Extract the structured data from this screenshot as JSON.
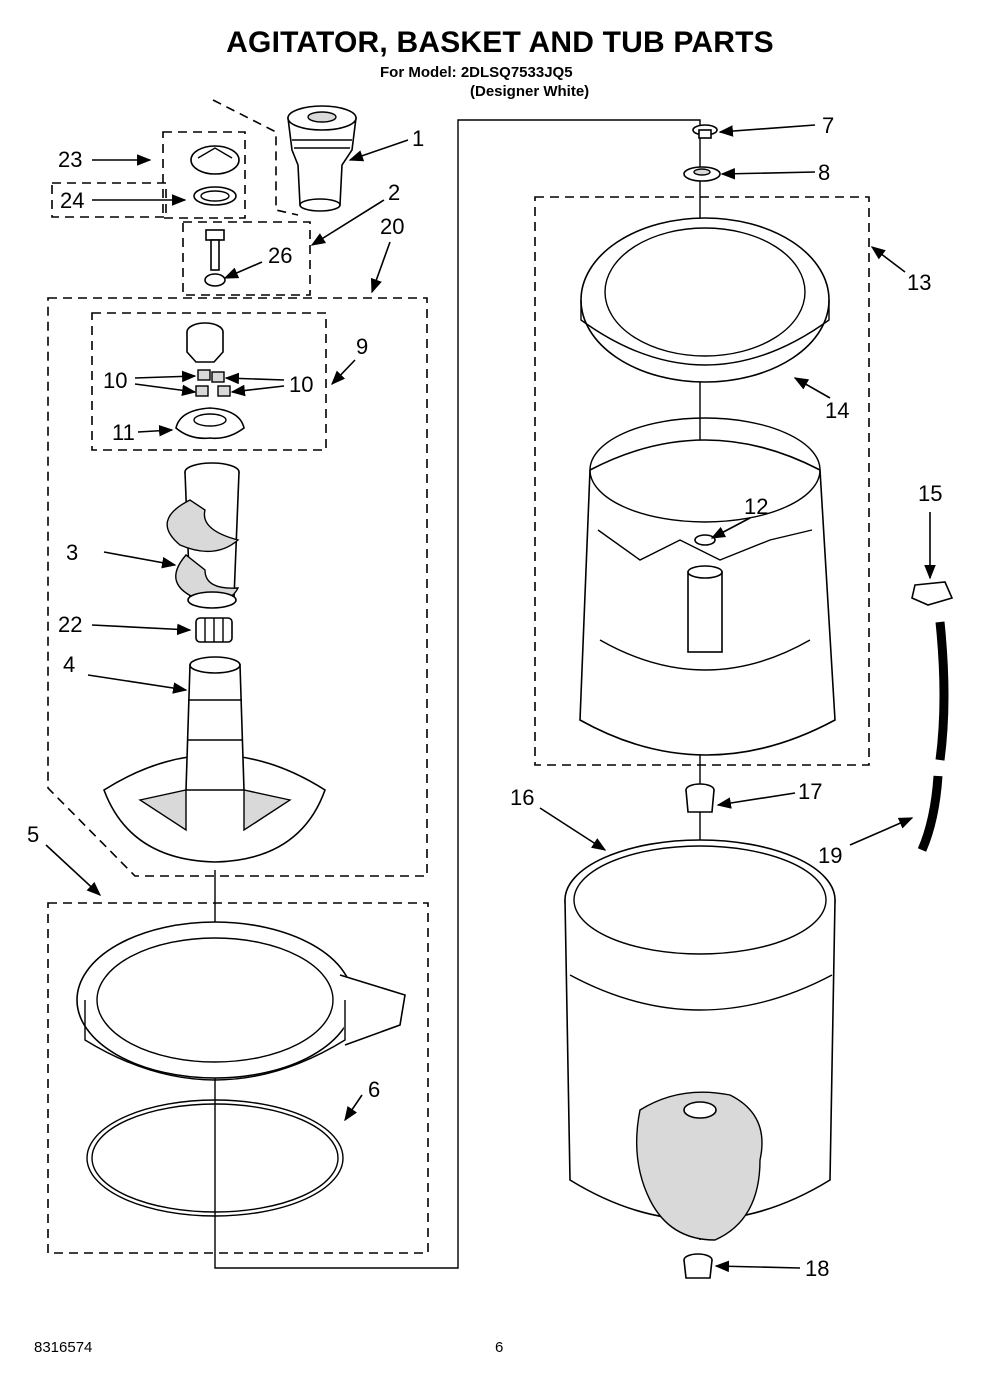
{
  "header": {
    "title": "AGITATOR, BASKET AND TUB PARTS",
    "model_line": "For Model: 2DLSQ7533JQ5",
    "variant_line": "(Designer White)"
  },
  "callouts": {
    "c1": "1",
    "c2": "2",
    "c3": "3",
    "c4": "4",
    "c5": "5",
    "c6": "6",
    "c7": "7",
    "c8": "8",
    "c9": "9",
    "c10a": "10",
    "c10b": "10",
    "c11": "11",
    "c12": "12",
    "c13": "13",
    "c14": "14",
    "c15": "15",
    "c16": "16",
    "c17": "17",
    "c18": "18",
    "c19": "19",
    "c20": "20",
    "c22": "22",
    "c23": "23",
    "c24": "24",
    "c26": "26"
  },
  "footer": {
    "doc_number": "8316574",
    "page_number": "6"
  }
}
